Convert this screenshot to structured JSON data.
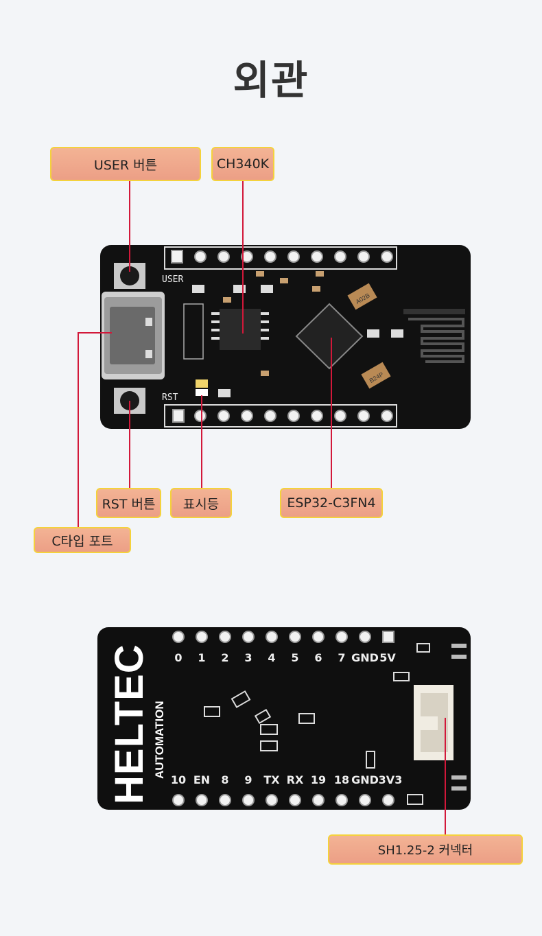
{
  "page": {
    "title": "외관"
  },
  "front": {
    "labels": {
      "user_button": "USER 버튼",
      "ch340k": "CH340K",
      "rst_button": "RST 버튼",
      "indicator": "표시등",
      "esp32": "ESP32-C3FN4",
      "typec_port": "C타입 포트"
    },
    "silk": {
      "user": "USER",
      "rst": "RST",
      "chip_mark_1": "A02B",
      "chip_mark_2": "B24P"
    }
  },
  "back": {
    "labels": {
      "connector": "SH1.25-2 커넥터"
    },
    "silk": {
      "brand": "HELTEC",
      "brand_sub": "AUTOMATION",
      "top_pins": [
        "0",
        "1",
        "2",
        "3",
        "4",
        "5",
        "6",
        "7",
        "GND",
        "5V"
      ],
      "bottom_pins": [
        "10",
        "EN",
        "8",
        "9",
        "TX",
        "RX",
        "19",
        "18",
        "GND",
        "3V3"
      ]
    }
  },
  "colors": {
    "label_border": "#f4d23c",
    "label_fill": "#ee a68a",
    "pointer_line": "#d2183a",
    "board": "#111111"
  }
}
